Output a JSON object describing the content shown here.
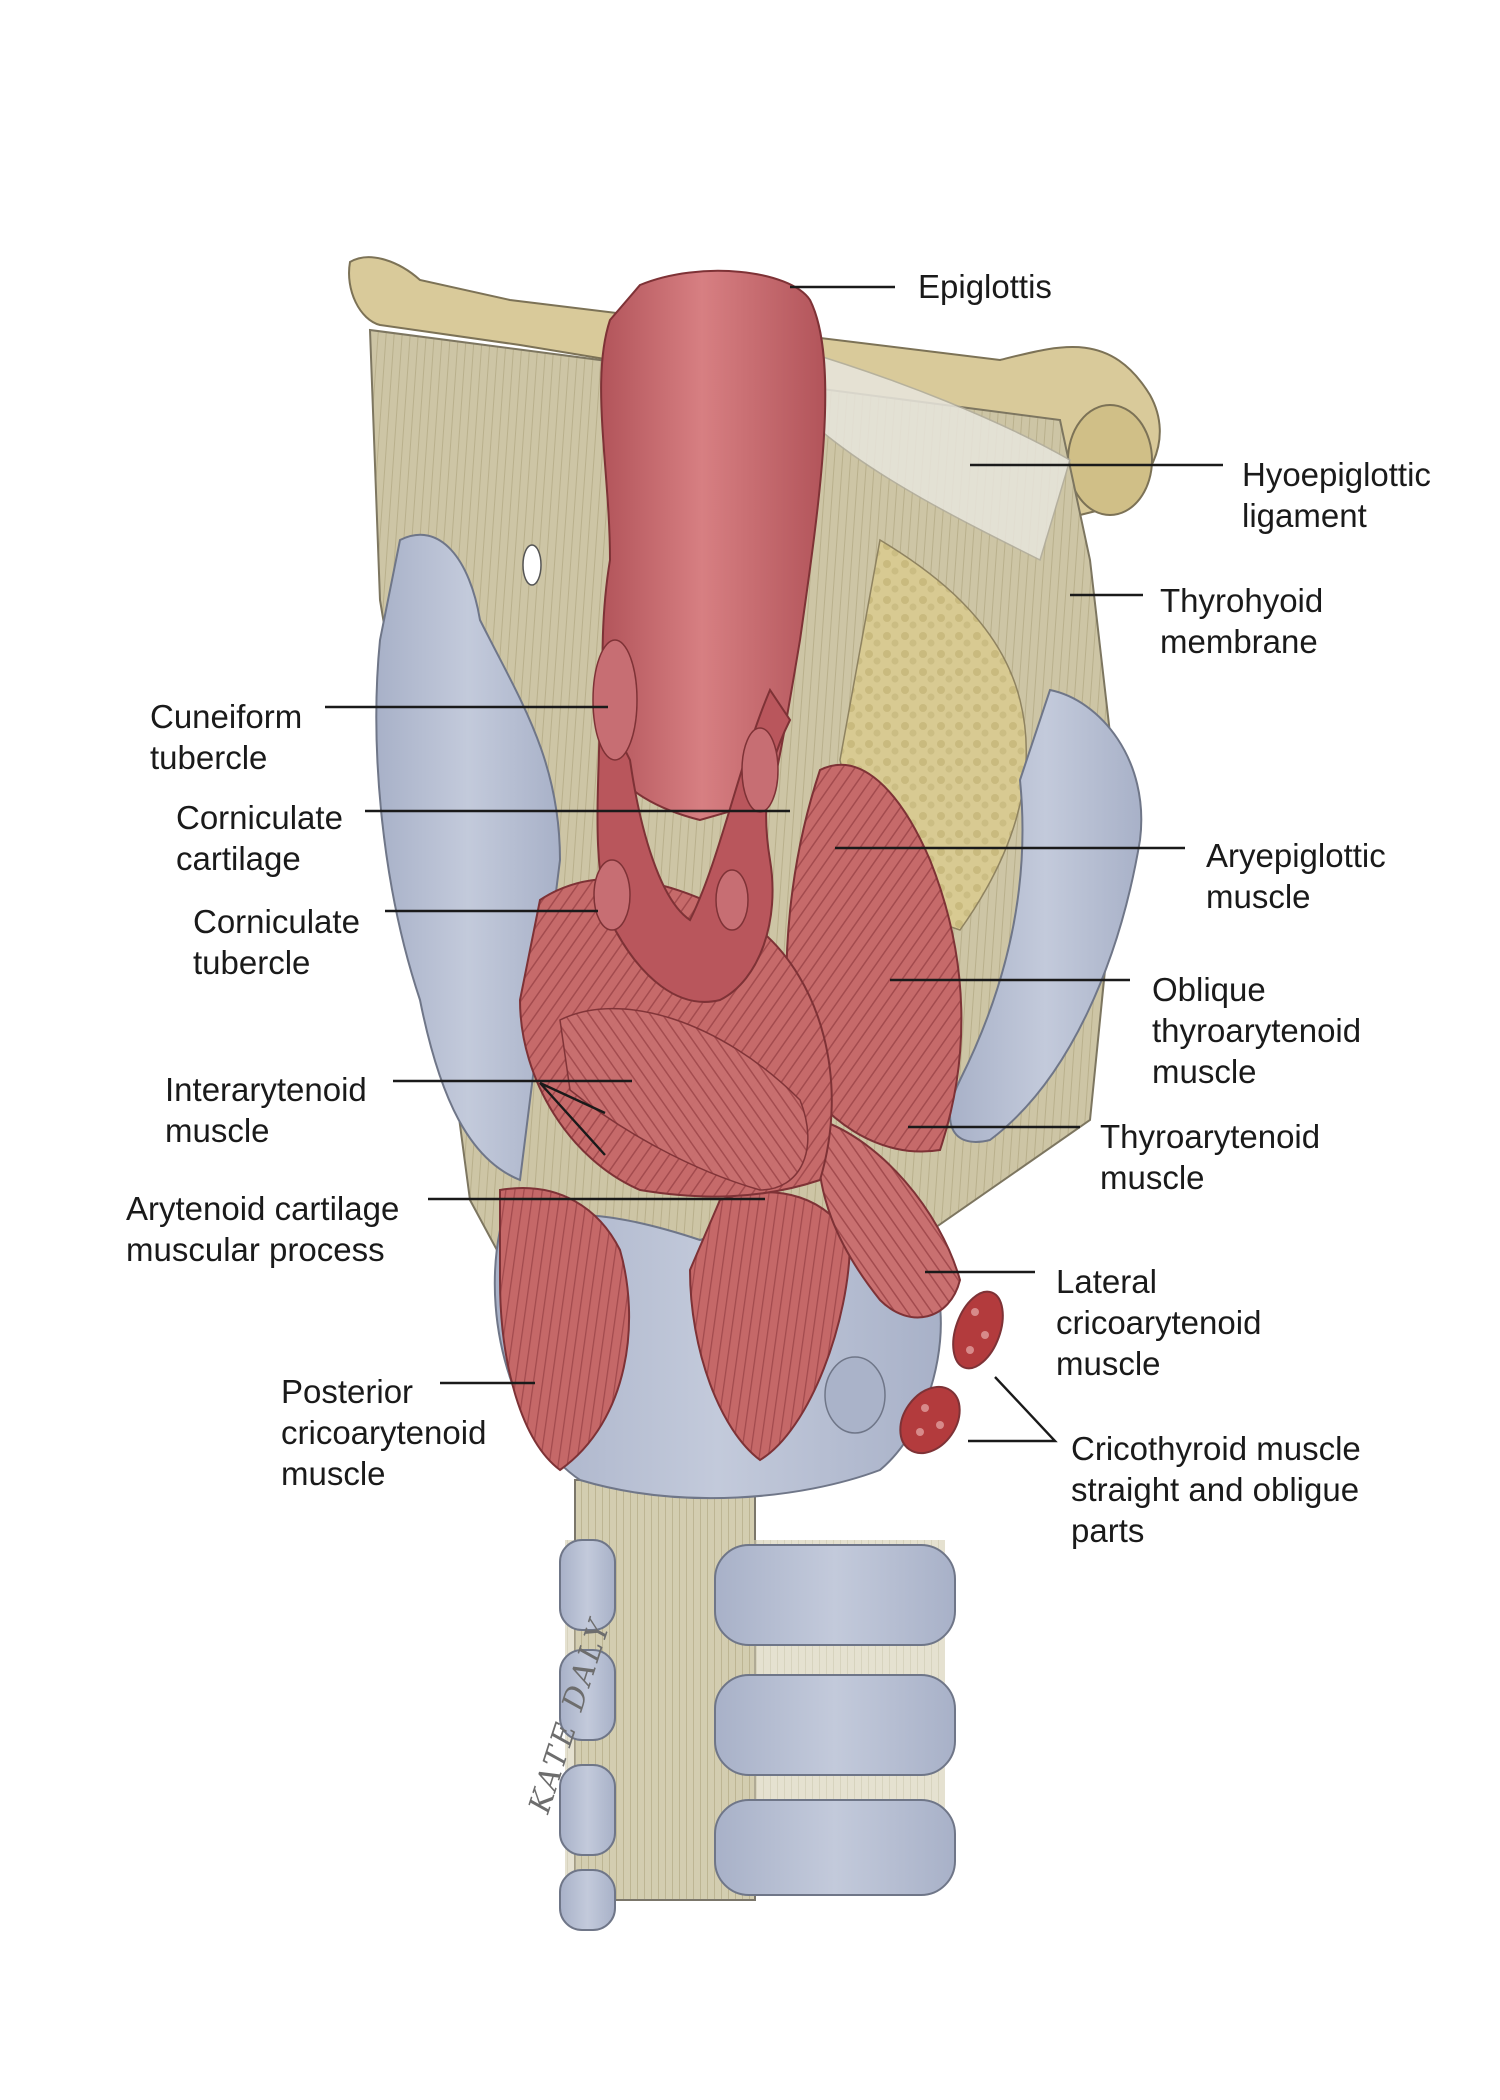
{
  "colors": {
    "muscle": "#c66a6a",
    "muscle_dark": "#a34b4e",
    "cartilage_blue": "#b7bfd3",
    "membrane": "#cfc7a6",
    "bone": "#d8c99a",
    "fat": "#d7c88f"
  },
  "labels": {
    "epiglottis": [
      "Epiglottis"
    ],
    "hyoepiglottic": [
      "Hyoepiglottic",
      "ligament"
    ],
    "thyrohyoid": [
      "Thyrohyoid",
      "membrane"
    ],
    "cuneiform": [
      "Cuneiform",
      "tubercle"
    ],
    "corniculate_cartilage": [
      "Corniculate",
      "cartilage"
    ],
    "aryepiglottic": [
      "Aryepiglottic",
      "muscle"
    ],
    "corniculate_tubercle": [
      "Corniculate",
      "tubercle"
    ],
    "oblique_thyroarytenoid": [
      "Oblique",
      "thyroarytenoid",
      "muscle"
    ],
    "interarytenoid": [
      "Interarytenoid",
      "muscle"
    ],
    "thyroarytenoid": [
      "Thyroarytenoid",
      "muscle"
    ],
    "arytenoid_process": [
      "Arytenoid cartilage",
      "muscular process"
    ],
    "lateral_cricoarytenoid": [
      "Lateral",
      "cricoarytenoid",
      "muscle"
    ],
    "posterior_cricoarytenoid": [
      "Posterior",
      "cricoarytenoid",
      "muscle"
    ],
    "cricothyroid": [
      "Cricothyroid muscle",
      "straight and obligue",
      "parts"
    ]
  },
  "signature": "KATE DALY"
}
